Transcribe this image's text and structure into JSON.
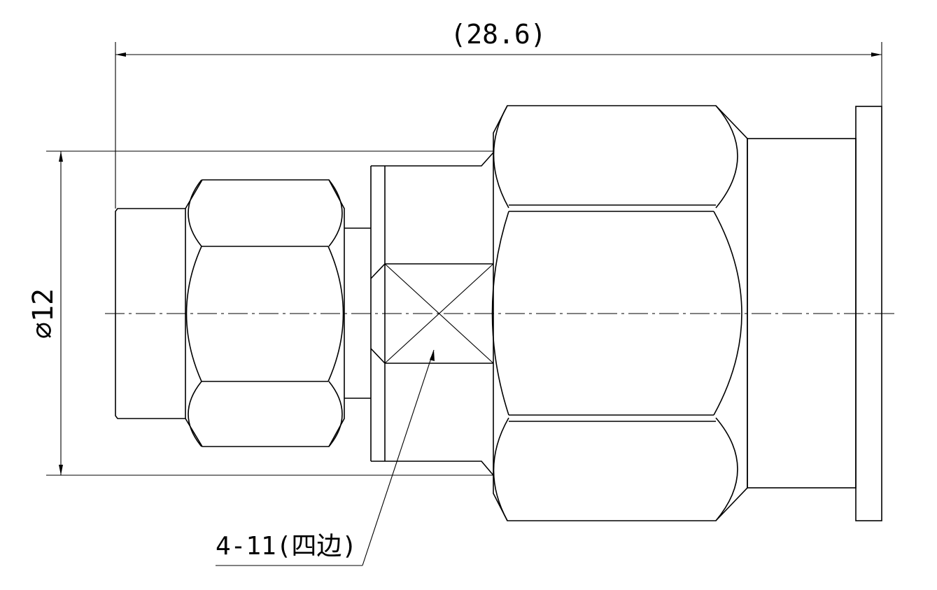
{
  "dimensions": {
    "overall_length": "(28.6)",
    "diameter": "⌀12"
  },
  "annotations": {
    "wrench_flats": "4-11(四边)"
  }
}
